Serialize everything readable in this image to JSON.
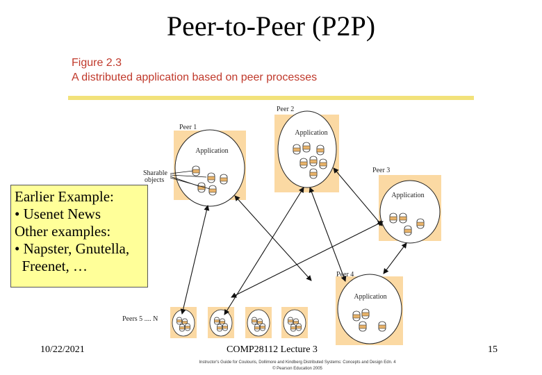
{
  "slide": {
    "title": "Peer-to-Peer (P2P)",
    "date": "10/22/2021",
    "lecture": "COMP28112 Lecture 3",
    "page": "15"
  },
  "figure": {
    "caption_line1": "Figure 2.3",
    "caption_line2": "A distributed application based on peer processes",
    "peer1_label": "Peer 1",
    "peer2_label": "Peer 2",
    "peer3_label": "Peer 3",
    "peer4_label": "Peer 4",
    "peers_5_n_label": "Peers 5 .... N",
    "sharable_line1": "Sharable",
    "sharable_line2": "objects",
    "application_label": "Application",
    "credit_line1": "Instructor's Guide for Coulouris, Dollimore and Kindberg Distributed Systems: Concepts and Design Edn. 4",
    "credit_line2": "© Pearson Education 2005"
  },
  "callout": {
    "line1": "Earlier Example:",
    "line2": "• Usenet News",
    "line3": "Other examples:",
    "line4": "• Napster, Gnutella,",
    "line5": "  Freenet, …"
  },
  "colors": {
    "peer_box": "#fbd9a3",
    "callout_bg": "#ffff99",
    "caption_text": "#c0392b",
    "rule": "#f2e27a"
  }
}
